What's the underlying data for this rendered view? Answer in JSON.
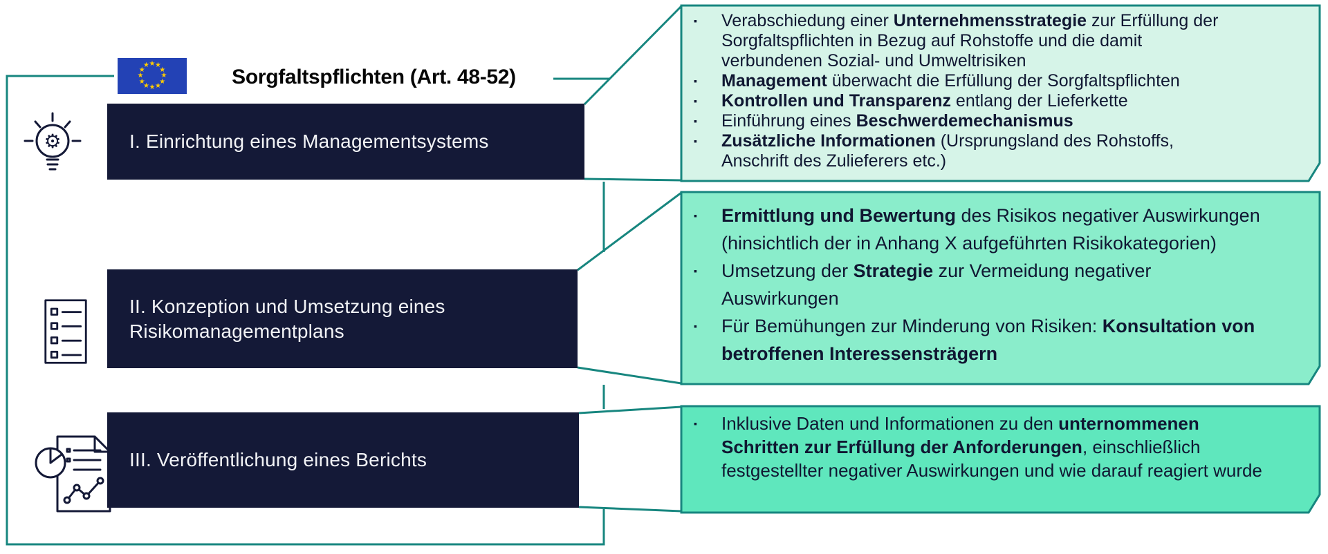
{
  "header": {
    "title": "Sorgfaltspflichten (Art. 48-52)"
  },
  "steps": [
    {
      "label": "I. Einrichtung eines Managementsystems",
      "icon": "lightbulb-gear-icon"
    },
    {
      "label": "II. Konzeption und Umsetzung eines Risikomanagementplans",
      "icon": "checklist-icon"
    },
    {
      "label": "III. Veröffentlichung eines Berichts",
      "icon": "report-chart-icon"
    }
  ],
  "callouts": [
    {
      "bullets": [
        [
          {
            "t": "Verabschiedung einer "
          },
          {
            "t": "Unternehmensstrategie",
            "b": true
          },
          {
            "t": " zur Erfüllung der Sorgfaltspflichten in Bezug auf Rohstoffe und die damit verbundenen Sozial- und Umweltrisiken"
          }
        ],
        [
          {
            "t": "Management",
            "b": true
          },
          {
            "t": " überwacht die Erfüllung der Sorgfaltspflichten"
          }
        ],
        [
          {
            "t": "Kontrollen und Transparenz",
            "b": true
          },
          {
            "t": " entlang der Lieferkette"
          }
        ],
        [
          {
            "t": "Einführung eines "
          },
          {
            "t": "Beschwerdemechanismus",
            "b": true
          }
        ],
        [
          {
            "t": "Zusätzliche Informationen",
            "b": true
          },
          {
            "t": " (Ursprungsland des Rohstoffs, Anschrift des Zulieferers etc.)"
          }
        ]
      ]
    },
    {
      "bullets": [
        [
          {
            "t": "Ermittlung und Bewertung",
            "b": true
          },
          {
            "t": " des Risikos negativer Auswirkungen (hinsichtlich der in Anhang X aufgeführten Risikokategorien)"
          }
        ],
        [
          {
            "t": "Umsetzung der "
          },
          {
            "t": "Strategie",
            "b": true
          },
          {
            "t": " zur Vermeidung negativer Auswirkungen"
          }
        ],
        [
          {
            "t": "Für Bemühungen zur Minderung von Risiken: "
          },
          {
            "t": "Konsultation von betroffenen Interessensträgern",
            "b": true
          }
        ]
      ]
    },
    {
      "bullets": [
        [
          {
            "t": "Inklusive Daten und Informationen zu den "
          },
          {
            "t": "unternommenen Schritten zur Erfüllung der Anforderungen",
            "b": true
          },
          {
            "t": ", einschließlich festgestellter negativer Auswirkungen und wie darauf reagiert wurde"
          }
        ]
      ]
    }
  ],
  "colors": {
    "teal": "#17867f",
    "navy": "#141937",
    "ink": "#101732",
    "c1": "#d6f4e8",
    "c2": "#8aedcb",
    "c3": "#5fe7bd",
    "flagblue": "#2342b5",
    "star": "#ffcc00"
  }
}
